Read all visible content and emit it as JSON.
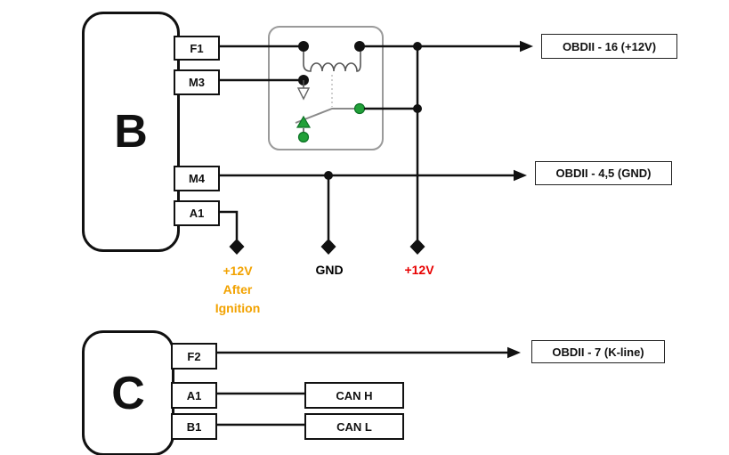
{
  "connector_b": {
    "label": "B",
    "pins": {
      "f1": "F1",
      "m3": "M3",
      "m4": "M4",
      "a1": "A1"
    }
  },
  "connector_c": {
    "label": "C",
    "pins": {
      "f2": "F2",
      "a1": "A1",
      "b1": "B1"
    }
  },
  "obd": {
    "pin16": "OBDII - 16 (+12V)",
    "pin45": "OBDII - 4,5 (GND)",
    "pin7": "OBDII - 7 (K-line)"
  },
  "can": {
    "high": "CAN H",
    "low": "CAN L"
  },
  "power": {
    "after_ignition_line1": "+12V",
    "after_ignition_line2": "After",
    "after_ignition_line3": "Ignition",
    "ground": "GND",
    "battery": "+12V"
  },
  "colors": {
    "after_ignition": "#F2A200",
    "battery": "#E80000",
    "relay_green": "#21A038",
    "wire": "#111111",
    "relay_outline": "#9A9A9A"
  }
}
